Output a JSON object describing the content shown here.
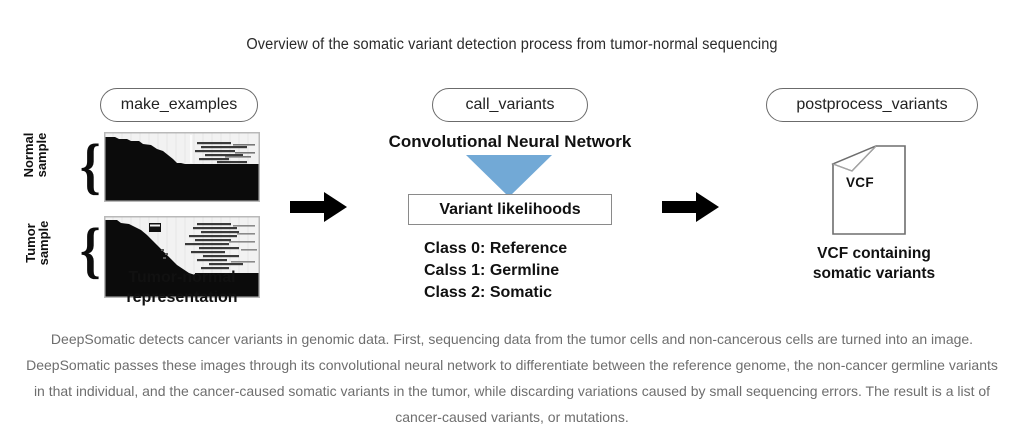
{
  "figure": {
    "title": "Overview of the somatic variant detection process from tumor-normal sequencing"
  },
  "stages": {
    "make_examples": {
      "label": "make_examples"
    },
    "call_variants": {
      "label": "call_variants"
    },
    "postprocess_variants": {
      "label": "postprocess_variants"
    }
  },
  "left_panel": {
    "normal_label": "Normal sample",
    "tumor_label": "Tumor sample",
    "brace_glyph": "{",
    "caption_line1": "Tumor-normal",
    "caption_line2": "representation"
  },
  "middle_panel": {
    "cnn_title": "Convolutional Neural Network",
    "likelihoods_box": "Variant likelihoods",
    "classes": [
      "Class 0: Reference",
      "Calss 1: Germline",
      "Class 2: Somatic"
    ],
    "funnel_color": "#72a9d6"
  },
  "right_panel": {
    "file_label": "VCF",
    "caption_line1": "VCF containing",
    "caption_line2": "somatic variants"
  },
  "arrows": {
    "arrow_1_name": "flow-arrow-right",
    "arrow_2_name": "flow-arrow-right",
    "color": "#000000"
  },
  "description": {
    "text": "DeepSomatic detects cancer variants in genomic data. First, sequencing data from the tumor cells and non-cancerous cells are turned into an image. DeepSomatic passes these images through its convolutional neural network to differentiate between the reference genome, the non-cancer germline variants in that individual, and the cancer-caused somatic variants in the tumor, while discarding variations caused by small sequencing errors. The result is a list of cancer-caused variants, or mutations."
  }
}
